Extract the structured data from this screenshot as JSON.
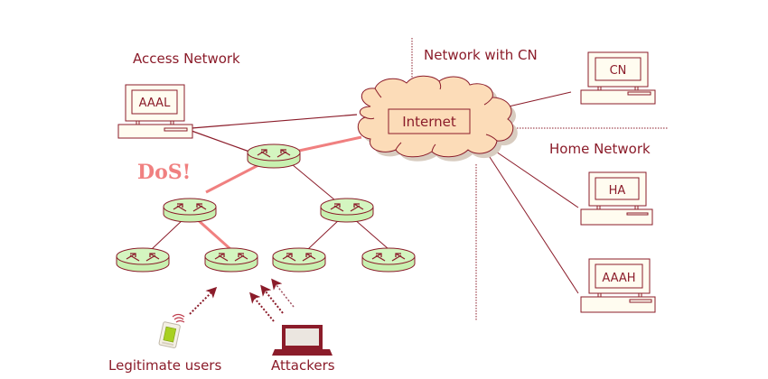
{
  "diagram": {
    "title": "",
    "colors": {
      "line": "#8b1c2a",
      "attack_path": "#f08080",
      "router_fill": "#c8f0b0",
      "cloud_fill": "#fcdcb8",
      "computer_fill": "#fffcf0"
    },
    "labels": {
      "access_network": "Access Network",
      "network_with_cn": "Network with CN",
      "home_network": "Home Network",
      "dos": "DoS!",
      "internet": "Internet",
      "legitimate_users": "Legitimate users",
      "attackers": "Attackers"
    },
    "computers": [
      {
        "id": "aaal",
        "screen_text": "AAAL",
        "network": "Access Network"
      },
      {
        "id": "cn",
        "screen_text": "CN",
        "network": "Network with CN"
      },
      {
        "id": "ha",
        "screen_text": "HA",
        "network": "Home Network"
      },
      {
        "id": "aaah",
        "screen_text": "AAAH",
        "network": "Home Network"
      }
    ],
    "routers": [
      {
        "id": "r-top"
      },
      {
        "id": "r-mid-left"
      },
      {
        "id": "r-mid-right"
      },
      {
        "id": "r-bottom-1"
      },
      {
        "id": "r-bottom-2"
      },
      {
        "id": "r-bottom-3"
      },
      {
        "id": "r-bottom-4"
      }
    ],
    "links": [
      {
        "from": "aaal",
        "to": "internet",
        "type": "normal"
      },
      {
        "from": "aaal",
        "to": "r-top",
        "type": "normal"
      },
      {
        "from": "r-top",
        "to": "internet",
        "type": "attack"
      },
      {
        "from": "r-top",
        "to": "r-mid-left",
        "type": "attack"
      },
      {
        "from": "r-top",
        "to": "r-mid-right",
        "type": "normal"
      },
      {
        "from": "r-mid-left",
        "to": "r-bottom-1",
        "type": "normal"
      },
      {
        "from": "r-mid-left",
        "to": "r-bottom-2",
        "type": "attack"
      },
      {
        "from": "r-mid-right",
        "to": "r-bottom-3",
        "type": "normal"
      },
      {
        "from": "r-mid-right",
        "to": "r-bottom-4",
        "type": "normal"
      },
      {
        "from": "internet",
        "to": "cn",
        "type": "normal"
      },
      {
        "from": "internet",
        "to": "ha",
        "type": "normal"
      },
      {
        "from": "internet",
        "to": "aaah",
        "type": "normal"
      }
    ],
    "actors": [
      {
        "id": "legitimate-user",
        "icon": "mobile-device-icon",
        "arrows": 1
      },
      {
        "id": "attacker",
        "icon": "laptop-icon",
        "arrows": 3
      }
    ]
  }
}
